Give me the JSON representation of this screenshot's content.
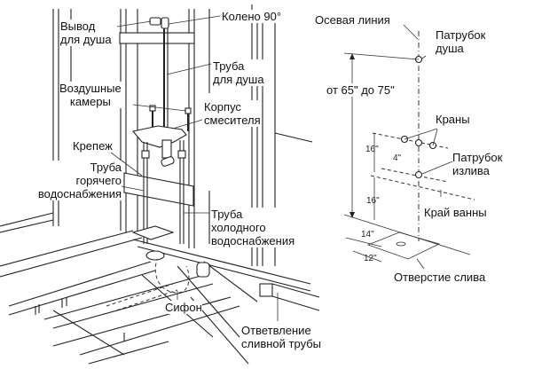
{
  "left_figure": {
    "labels": {
      "shower_outlet": [
        "Вывод",
        "для душа"
      ],
      "elbow": "Колено 90°",
      "shower_pipe": [
        "Труба",
        "для душа"
      ],
      "air_chambers": [
        "Воздушные",
        "камеры"
      ],
      "mixer_body": [
        "Корпус",
        "смесителя"
      ],
      "fastener": "Крепеж",
      "hot_pipe": [
        "Труба",
        "горячего",
        "водоснабжения"
      ],
      "cold_pipe": [
        "Труба",
        "холодного",
        "водоснабжения"
      ],
      "trap": "Сифон",
      "drain_branch": [
        "Ответвление",
        "сливной трубы"
      ]
    }
  },
  "right_figure": {
    "labels": {
      "center_line": "Осевая линия",
      "shower_nozzle": [
        "Патрубок",
        "душа"
      ],
      "height_range": "от 65\" до 75\"",
      "valves": "Краны",
      "spout_nozzle": [
        "Патрубок",
        "излива"
      ],
      "tub_edge": "Край ванны",
      "drain_hole": "Отверстие слива"
    },
    "dimensions": {
      "valves_to_spout": "16\"",
      "spout_offset": "4\"",
      "spout_to_floor": "16\"",
      "drain_depth": "14\"",
      "drain_width": "12\""
    }
  }
}
